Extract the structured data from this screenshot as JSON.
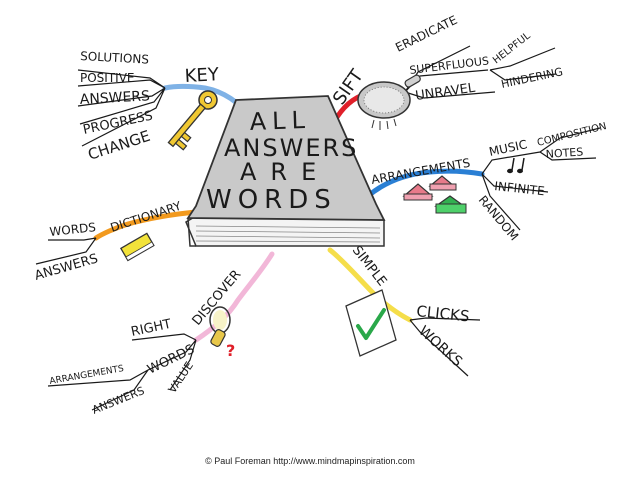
{
  "center": {
    "line1": "ALL",
    "line2": "ANSWERS",
    "line3": "ARE",
    "line4": "WORDS"
  },
  "branches": {
    "key": {
      "label": "KEY",
      "color": "#7fb2e6",
      "subs": [
        "SOLUTIONS",
        "POSITIVE",
        "ANSWERS",
        "PROGRESS",
        "CHANGE"
      ]
    },
    "sift": {
      "label": "SIFT",
      "color": "#e0202a",
      "subs": [
        "ERADICATE",
        "SUPERFLUOUS",
        "UNRAVEL",
        "HELPFUL",
        "HINDERING"
      ]
    },
    "arrangements": {
      "label": "ARRANGEMENTS",
      "color": "#2a7fd4",
      "subs": [
        "MUSIC",
        "COMPOSITION",
        "NOTES",
        "INFINITE",
        "RANDOM"
      ]
    },
    "dictionary": {
      "label": "DICTIONARY",
      "color": "#f29a1e",
      "subs": [
        "WORDS",
        "ANSWERS"
      ]
    },
    "discover": {
      "label": "DISCOVER",
      "color": "#f2b7d8",
      "subs": [
        "RIGHT",
        "WORDS",
        "ARRANGEMENTS",
        "ANSWERS",
        "VALUE"
      ]
    },
    "simple": {
      "label": "SIMPLE",
      "color": "#f5de4a",
      "subs": [
        "CLICKS",
        "WORKS"
      ]
    }
  },
  "icons": {
    "key": "key-icon",
    "sieve": "sieve-icon",
    "books": "books-icon",
    "dictionary": "dictionary-book-icon",
    "magnifier": "magnifier-question-icon",
    "check": "checkmark-icon",
    "music": "music-notes-icon"
  },
  "footer": {
    "copyright": "© Paul Foreman http://www.mindmapinspiration.com"
  }
}
